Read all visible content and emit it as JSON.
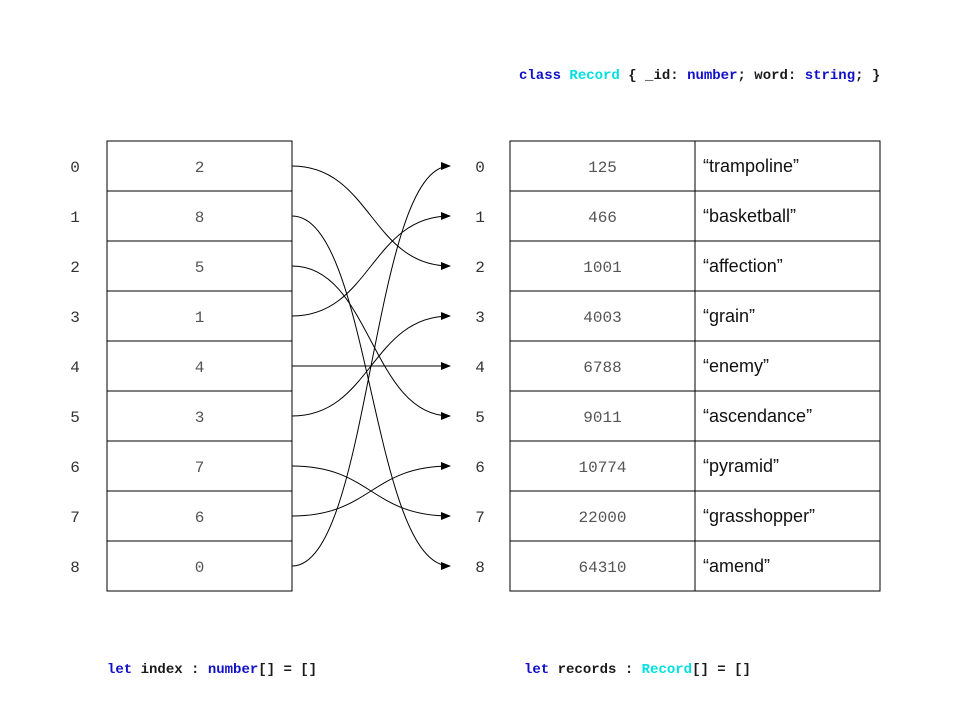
{
  "record_class": {
    "kw_class": "class",
    "type_name": "Record",
    "open": " { _id: ",
    "type_number": "number",
    "mid": "; word: ",
    "type_string": "string",
    "close": "; }"
  },
  "index_decl": {
    "kw_let": "let",
    "name": " index : ",
    "type": "number",
    "rest": "[] = []"
  },
  "records_decl": {
    "kw_let": "let",
    "name": " records : ",
    "type": "Record",
    "rest": "[] = []"
  },
  "index_positions": [
    "0",
    "1",
    "2",
    "3",
    "4",
    "5",
    "6",
    "7",
    "8"
  ],
  "index_values": [
    "2",
    "8",
    "5",
    "1",
    "4",
    "3",
    "7",
    "6",
    "0"
  ],
  "record_positions": [
    "0",
    "1",
    "2",
    "3",
    "4",
    "5",
    "6",
    "7",
    "8"
  ],
  "records": [
    {
      "id": "125",
      "word": "“trampoline”"
    },
    {
      "id": "466",
      "word": "“basketball”"
    },
    {
      "id": "1001",
      "word": "“affection”"
    },
    {
      "id": "4003",
      "word": "“grain”"
    },
    {
      "id": "6788",
      "word": "“enemy”"
    },
    {
      "id": "9011",
      "word": "“ascendance”"
    },
    {
      "id": "10774",
      "word": "“pyramid”"
    },
    {
      "id": "22000",
      "word": "“grasshopper”"
    },
    {
      "id": "64310",
      "word": "“amend”"
    }
  ],
  "mapping": [
    2,
    8,
    5,
    1,
    4,
    3,
    7,
    6,
    0
  ]
}
